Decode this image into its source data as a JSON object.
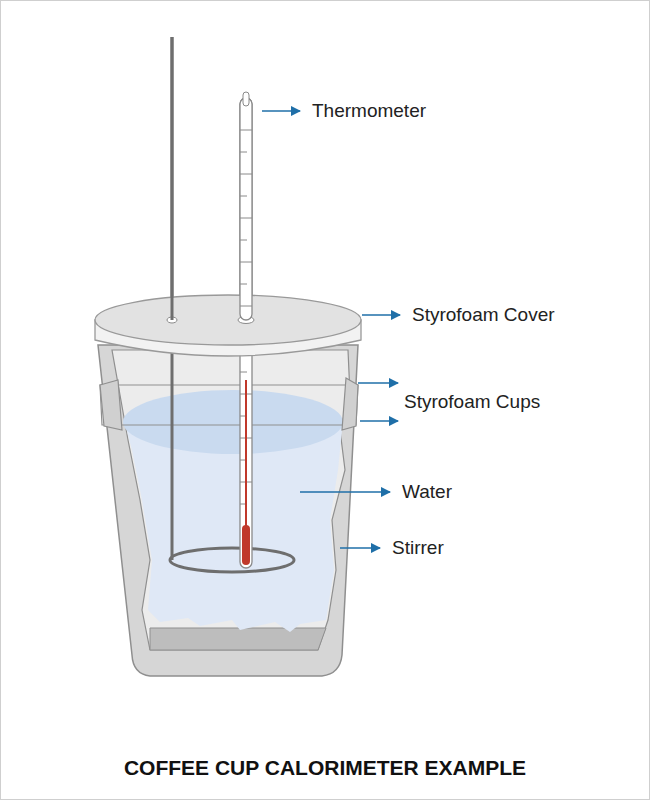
{
  "diagram": {
    "title": "COFFEE CUP CALORIMETER EXAMPLE",
    "labels": [
      "Thermometer",
      "Styrofoam Cover",
      "Styrofoam Cups",
      "Water",
      "Stirrer"
    ]
  }
}
